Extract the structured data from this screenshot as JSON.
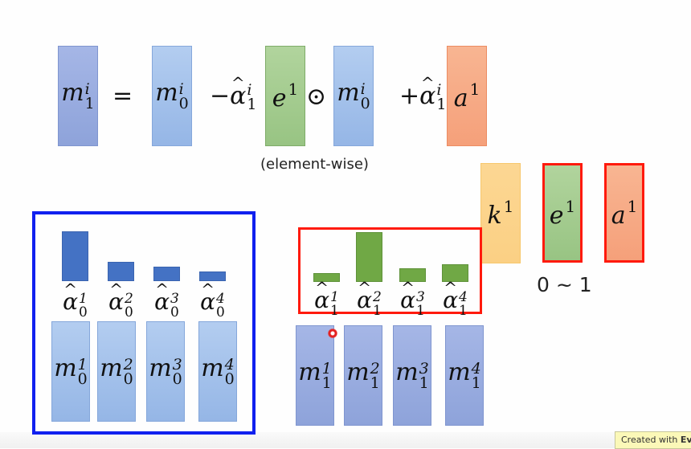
{
  "slide": {
    "equation": {
      "lhs": {
        "base": "m",
        "sup": "i",
        "sub": "1"
      },
      "equals": "=",
      "term1": {
        "base": "m",
        "sup": "i",
        "sub": "0"
      },
      "minus": "−",
      "alpha1": {
        "base": "α",
        "sup": "i",
        "sub": "1"
      },
      "erase": {
        "base": "e",
        "sup": "1"
      },
      "odot": "⊙",
      "term2": {
        "base": "m",
        "sup": "i",
        "sub": "0"
      },
      "plus": "+",
      "alpha2": {
        "base": "α",
        "sup": "i",
        "sub": "1"
      },
      "add": {
        "base": "a",
        "sup": "1"
      },
      "caption": "(element-wise)"
    },
    "key_vectors": [
      {
        "base": "k",
        "sup": "1",
        "color": "#fbd084",
        "highlighted": false
      },
      {
        "base": "e",
        "sup": "1",
        "color": "#a6cc92",
        "highlighted": true
      },
      {
        "base": "a",
        "sup": "1",
        "color": "#f6a985",
        "highlighted": true
      }
    ],
    "erase_range": "0 ~ 1",
    "memory0": {
      "frame_color": "#1020ef",
      "bar_color": "#4472c4",
      "attention": [
        {
          "label_base": "α",
          "sup": "1",
          "sub": "0",
          "value": 1.0
        },
        {
          "label_base": "α",
          "sup": "2",
          "sub": "0",
          "value": 0.38
        },
        {
          "label_base": "α",
          "sup": "3",
          "sub": "0",
          "value": 0.29
        },
        {
          "label_base": "α",
          "sup": "4",
          "sub": "0",
          "value": 0.2
        }
      ],
      "slots": [
        {
          "base": "m",
          "sup": "1",
          "sub": "0"
        },
        {
          "base": "m",
          "sup": "2",
          "sub": "0"
        },
        {
          "base": "m",
          "sup": "3",
          "sub": "0"
        },
        {
          "base": "m",
          "sup": "4",
          "sub": "0"
        }
      ]
    },
    "memory1": {
      "frame_color": "#ff1a0d",
      "bar_color": "#70a845",
      "attention": [
        {
          "label_base": "α",
          "sup": "1",
          "sub": "1",
          "value": 0.17
        },
        {
          "label_base": "α",
          "sup": "2",
          "sub": "1",
          "value": 1.0
        },
        {
          "label_base": "α",
          "sup": "3",
          "sub": "1",
          "value": 0.28
        },
        {
          "label_base": "α",
          "sup": "4",
          "sub": "1",
          "value": 0.36
        }
      ],
      "slots": [
        {
          "base": "m",
          "sup": "1",
          "sub": "1"
        },
        {
          "base": "m",
          "sup": "2",
          "sub": "1"
        },
        {
          "base": "m",
          "sup": "3",
          "sub": "1"
        },
        {
          "base": "m",
          "sup": "4",
          "sub": "1"
        }
      ]
    }
  },
  "watermark": {
    "prefix": "Created with",
    "brand": "Ev"
  }
}
